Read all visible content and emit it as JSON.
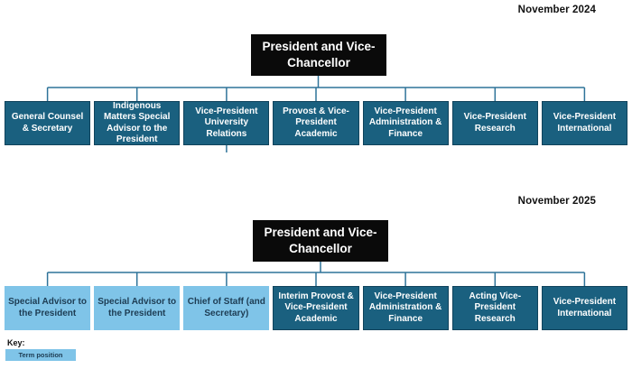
{
  "charts": [
    {
      "date_label": "November 2024",
      "root_label": "President and Vice-Chancellor",
      "children": [
        {
          "label": "General Counsel & Secretary",
          "type": "permanent"
        },
        {
          "label": "Indigenous Matters Special Advisor to the President",
          "type": "permanent"
        },
        {
          "label": "Vice-President University Relations",
          "type": "permanent",
          "has_stub_below": true
        },
        {
          "label": "Provost & Vice-President Academic",
          "type": "permanent"
        },
        {
          "label": "Vice-President Administration & Finance",
          "type": "permanent"
        },
        {
          "label": "Vice-President Research",
          "type": "permanent"
        },
        {
          "label": "Vice-President International",
          "type": "permanent"
        }
      ]
    },
    {
      "date_label": "November 2025",
      "root_label": "President and Vice-Chancellor",
      "children": [
        {
          "label": "Special Advisor to the President",
          "type": "term"
        },
        {
          "label": "Special Advisor to the President",
          "type": "term"
        },
        {
          "label": "Chief of Staff (and Secretary)",
          "type": "term"
        },
        {
          "label": "Interim Provost & Vice-President Academic",
          "type": "permanent"
        },
        {
          "label": "Vice-President Administration & Finance",
          "type": "permanent"
        },
        {
          "label": "Acting Vice-President Research",
          "type": "permanent"
        },
        {
          "label": "Vice-President International",
          "type": "permanent"
        }
      ]
    }
  ],
  "key": {
    "label": "Key:",
    "items": [
      {
        "label": "Term position",
        "type": "term"
      }
    ]
  },
  "colors": {
    "root_box": "#0a0a0a",
    "permanent_box": "#1a607f",
    "term_box": "#7fc4e8",
    "connector_line": "#2e7399",
    "dark_box_text": "#ffffff",
    "term_box_text": "#1d3c53"
  }
}
